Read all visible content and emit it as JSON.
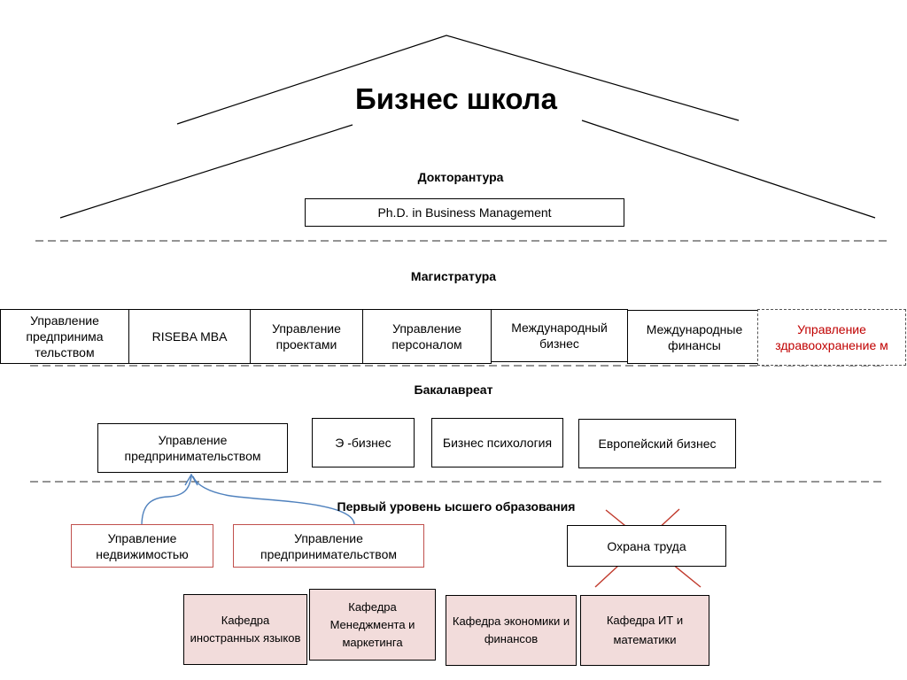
{
  "title": "Бизнес школа",
  "sections": {
    "doctorate": "Докторантура",
    "masters": "Магистратура",
    "bachelor": "Бакалавреат",
    "first_level": "Первый уровень ысшего образования"
  },
  "doctorate_programs": [
    "Ph.D. in Business   Management"
  ],
  "masters_programs": [
    "Управление предпринима тельством",
    "RISEBA MBA",
    "Управление проектами",
    "Управление персоналом",
    "Международный бизнес",
    "Международные финансы",
    "Управление здравоохранение м"
  ],
  "bachelor_programs": [
    "Управление предпринимательством",
    "Э -бизнес",
    "Бизнес психология",
    "Европейский бизнес"
  ],
  "first_level_programs": [
    "Управление недвижимостью",
    "Управление предпринимательством",
    "Охрана труда"
  ],
  "departments": [
    "Кафедра иностранных языков",
    "Кафедра Менеджмента и маркетинга",
    "Кафедра экономики и финансов",
    "Кафедра ИТ и математики"
  ],
  "colors": {
    "line": "#000000",
    "dashed_rule": "#555555",
    "arrow": "#4f81bd",
    "red_border": "#c0504d",
    "red_text": "#c00000",
    "cross": "#c0392b",
    "dept_fill": "#f2dcdb"
  }
}
